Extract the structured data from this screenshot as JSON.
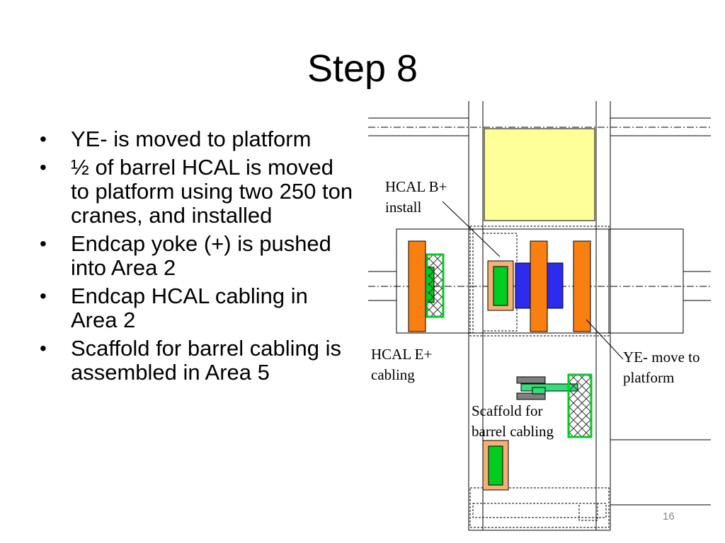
{
  "slide": {
    "title": "Step 8",
    "bullets": [
      "YE- is moved to platform",
      "½ of barrel HCAL is moved to platform using two 250 ton cranes, and installed",
      "Endcap yoke (+) is pushed into Area 2",
      "Endcap HCAL cabling in Area 2",
      "Scaffold for barrel cabling is assembled in Area 5"
    ],
    "page_number": "16"
  },
  "diagram": {
    "labels": {
      "hcal_b_install": "HCAL B+\ninstall",
      "hcal_e_cabling": "HCAL E+\ncabling",
      "ye_move": "YE- move to\nplatform",
      "scaffold": "Scaffold for\nbarrel cabling"
    },
    "colors": {
      "orange": "#F98010",
      "green": "#00CC22",
      "blue": "#2C2CEE",
      "yellow": "#FFFF99",
      "tan": "#F4B077",
      "gray": "#808080"
    }
  }
}
